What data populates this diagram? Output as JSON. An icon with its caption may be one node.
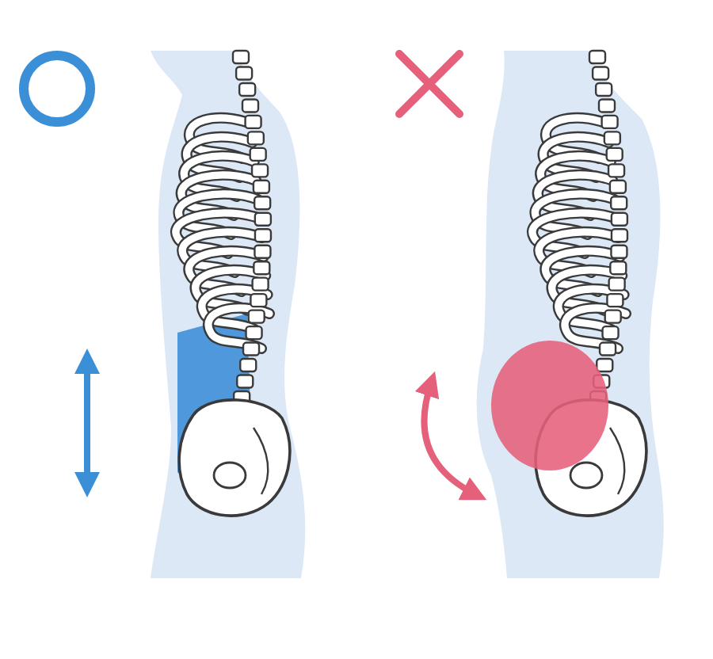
{
  "diagram": {
    "nodes": [
      {
        "text": [],
        "shape": "circle"
      },
      {
        "text": [],
        "shape": "picture"
      },
      {
        "text": [],
        "shape": "cross"
      },
      {
        "text": [],
        "shape": "picture"
      }
    ]
  }
}
